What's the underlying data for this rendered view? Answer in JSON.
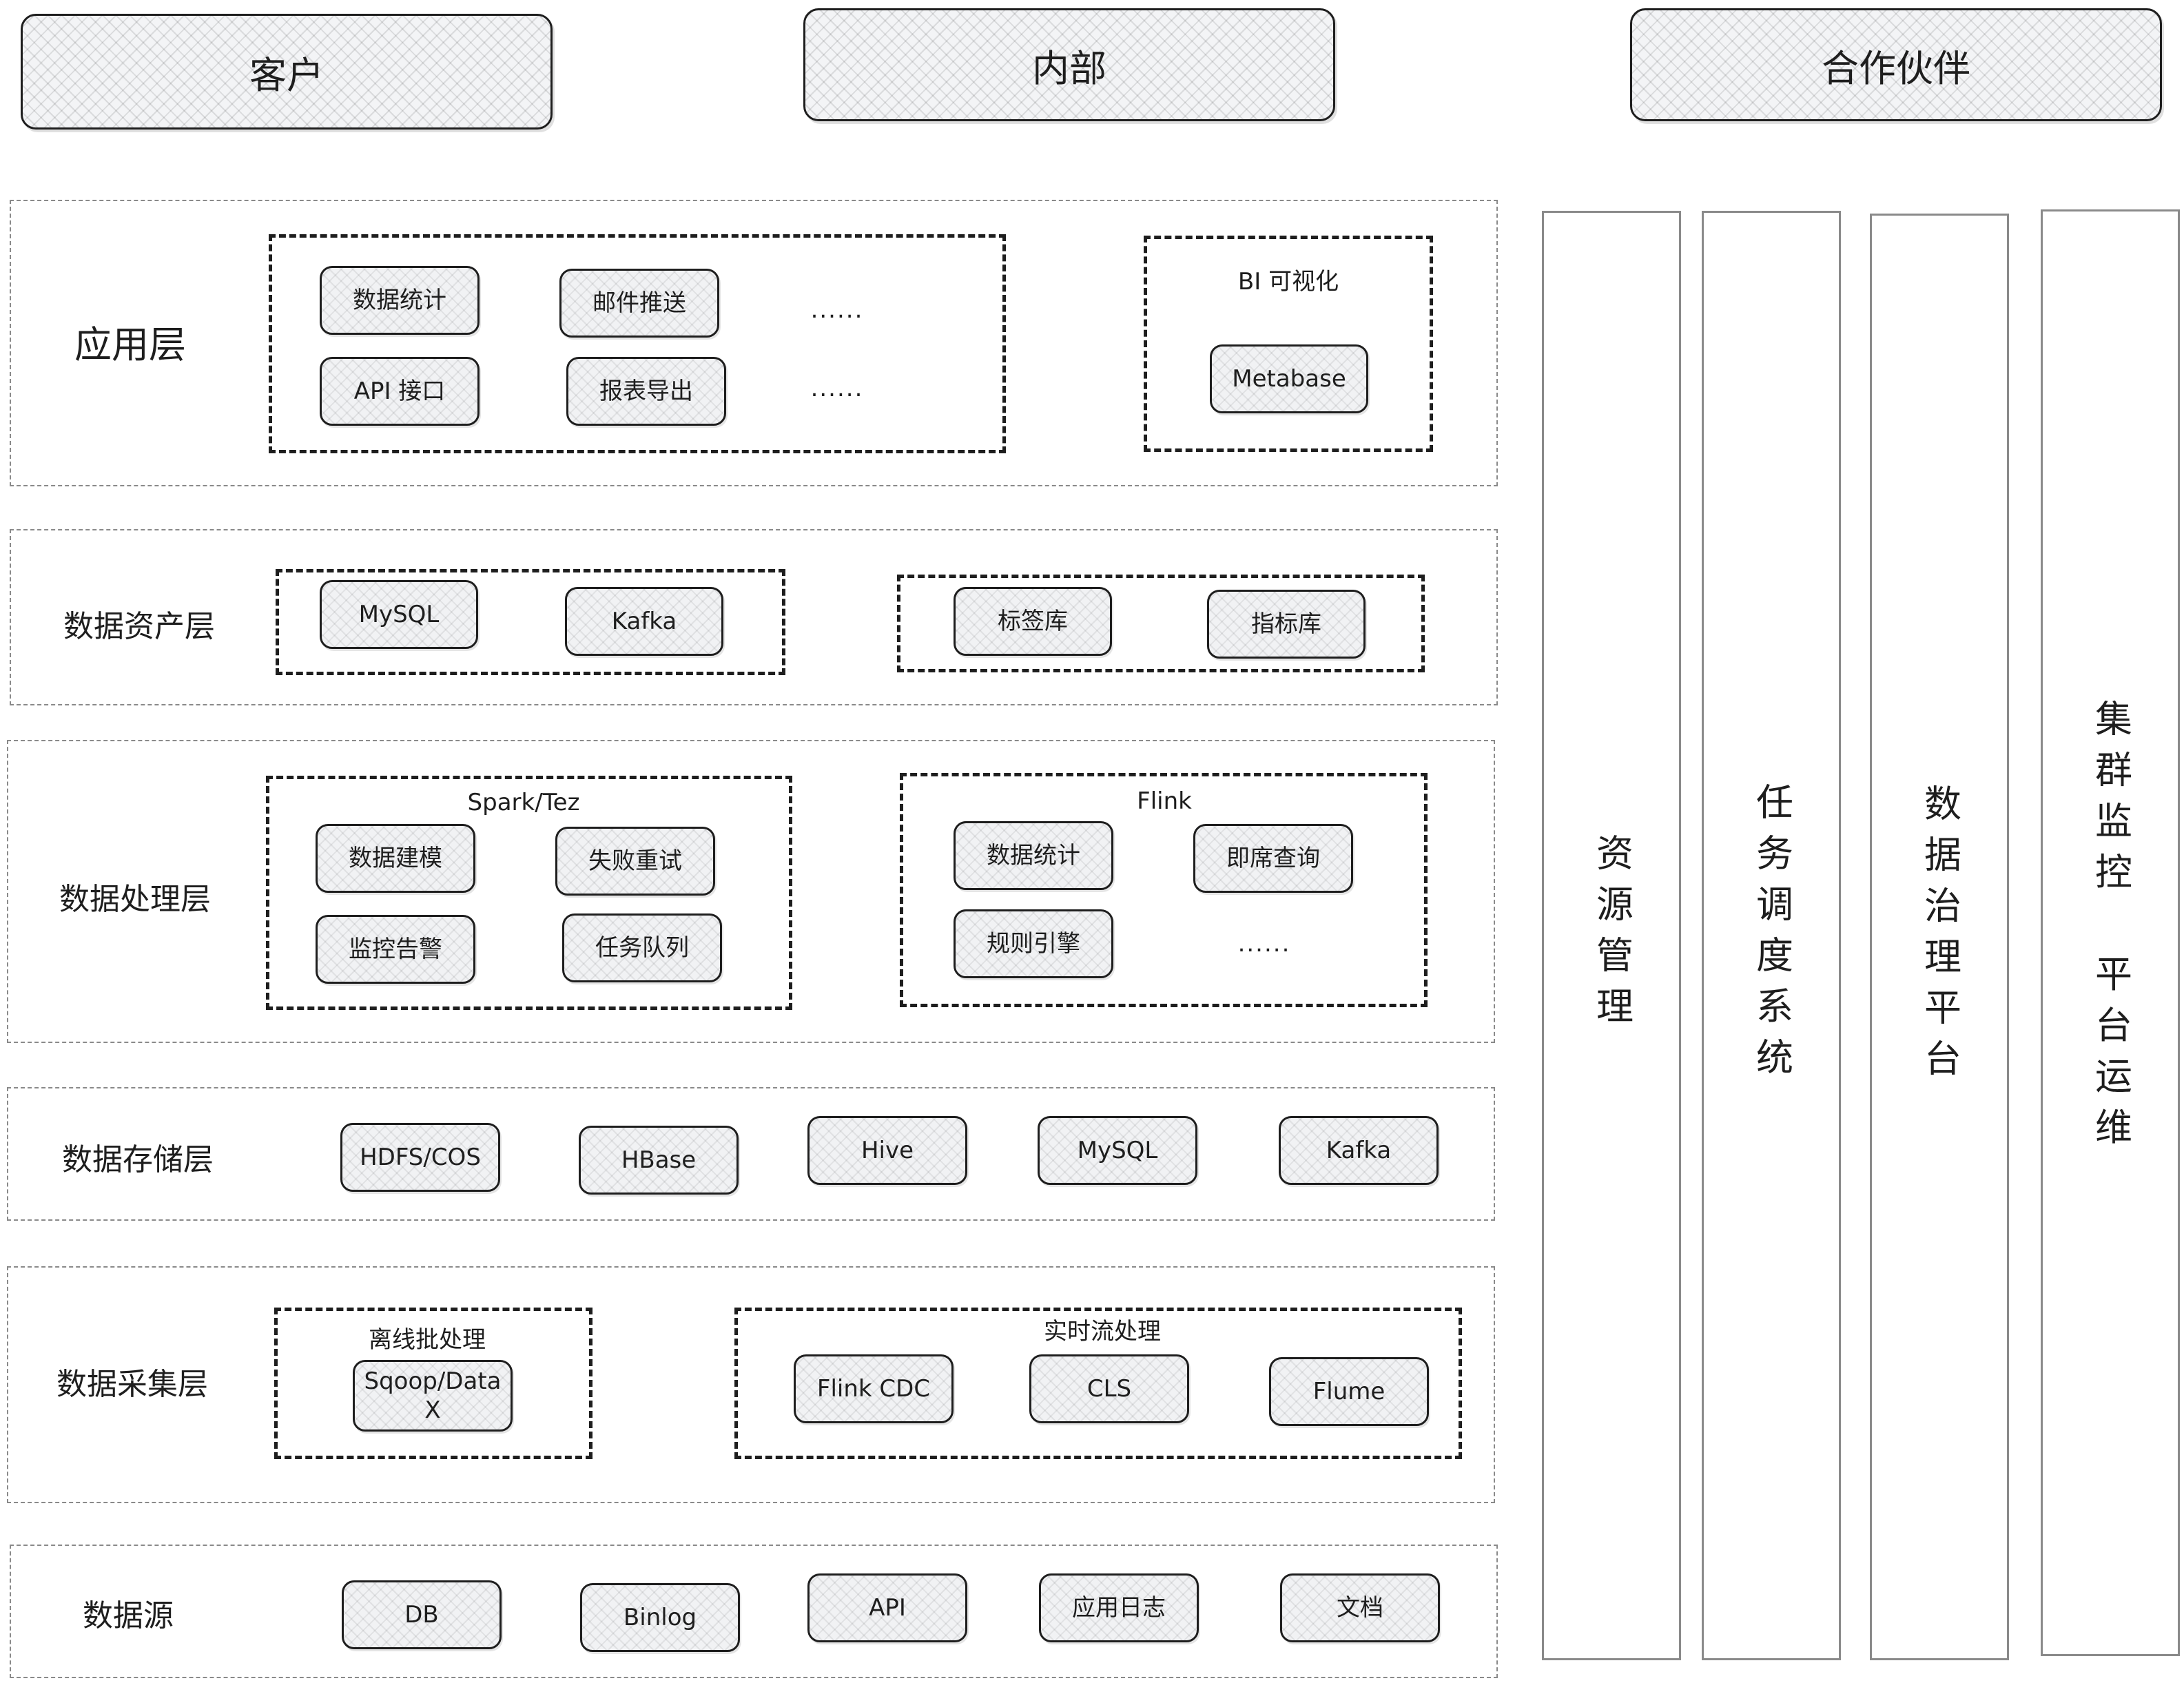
{
  "top_actors": [
    "客户",
    "内部",
    "合作伙伴"
  ],
  "layers": {
    "app": {
      "label": "应用层",
      "nodes": [
        "数据统计",
        "邮件推送",
        "API 接口",
        "报表导出"
      ],
      "dots": [
        "......",
        "......"
      ],
      "bi": {
        "title": "BI 可视化",
        "node": "Metabase"
      }
    },
    "asset": {
      "label": "数据资产层",
      "group1": [
        "MySQL",
        "Kafka"
      ],
      "group2": [
        "标签库",
        "指标库"
      ]
    },
    "process": {
      "label": "数据处理层",
      "spark": {
        "title": "Spark/Tez",
        "nodes": [
          "数据建模",
          "失败重试",
          "监控告警",
          "任务队列"
        ]
      },
      "flink": {
        "title": "Flink",
        "nodes": [
          "数据统计",
          "即席查询",
          "规则引擎"
        ],
        "dots": "......"
      }
    },
    "storage": {
      "label": "数据存储层",
      "nodes": [
        "HDFS/COS",
        "HBase",
        "Hive",
        "MySQL",
        "Kafka"
      ]
    },
    "collect": {
      "label": "数据采集层",
      "batch": {
        "title": "离线批处理",
        "node": "Sqoop/Data\nX"
      },
      "stream": {
        "title": "实时流处理",
        "nodes": [
          "Flink CDC",
          "CLS",
          "Flume"
        ]
      }
    },
    "source": {
      "label": "数据源",
      "nodes": [
        "DB",
        "Binlog",
        "API",
        "应用日志",
        "文档"
      ]
    }
  },
  "side_bars": [
    "资源管理",
    "任务调度系统",
    "数据治理平台",
    "集群监控  平台运维"
  ],
  "colors": {
    "stroke": "#1e1e1e",
    "node_fill": "#f1f2f4",
    "layer_border": "#8a8a8a"
  }
}
